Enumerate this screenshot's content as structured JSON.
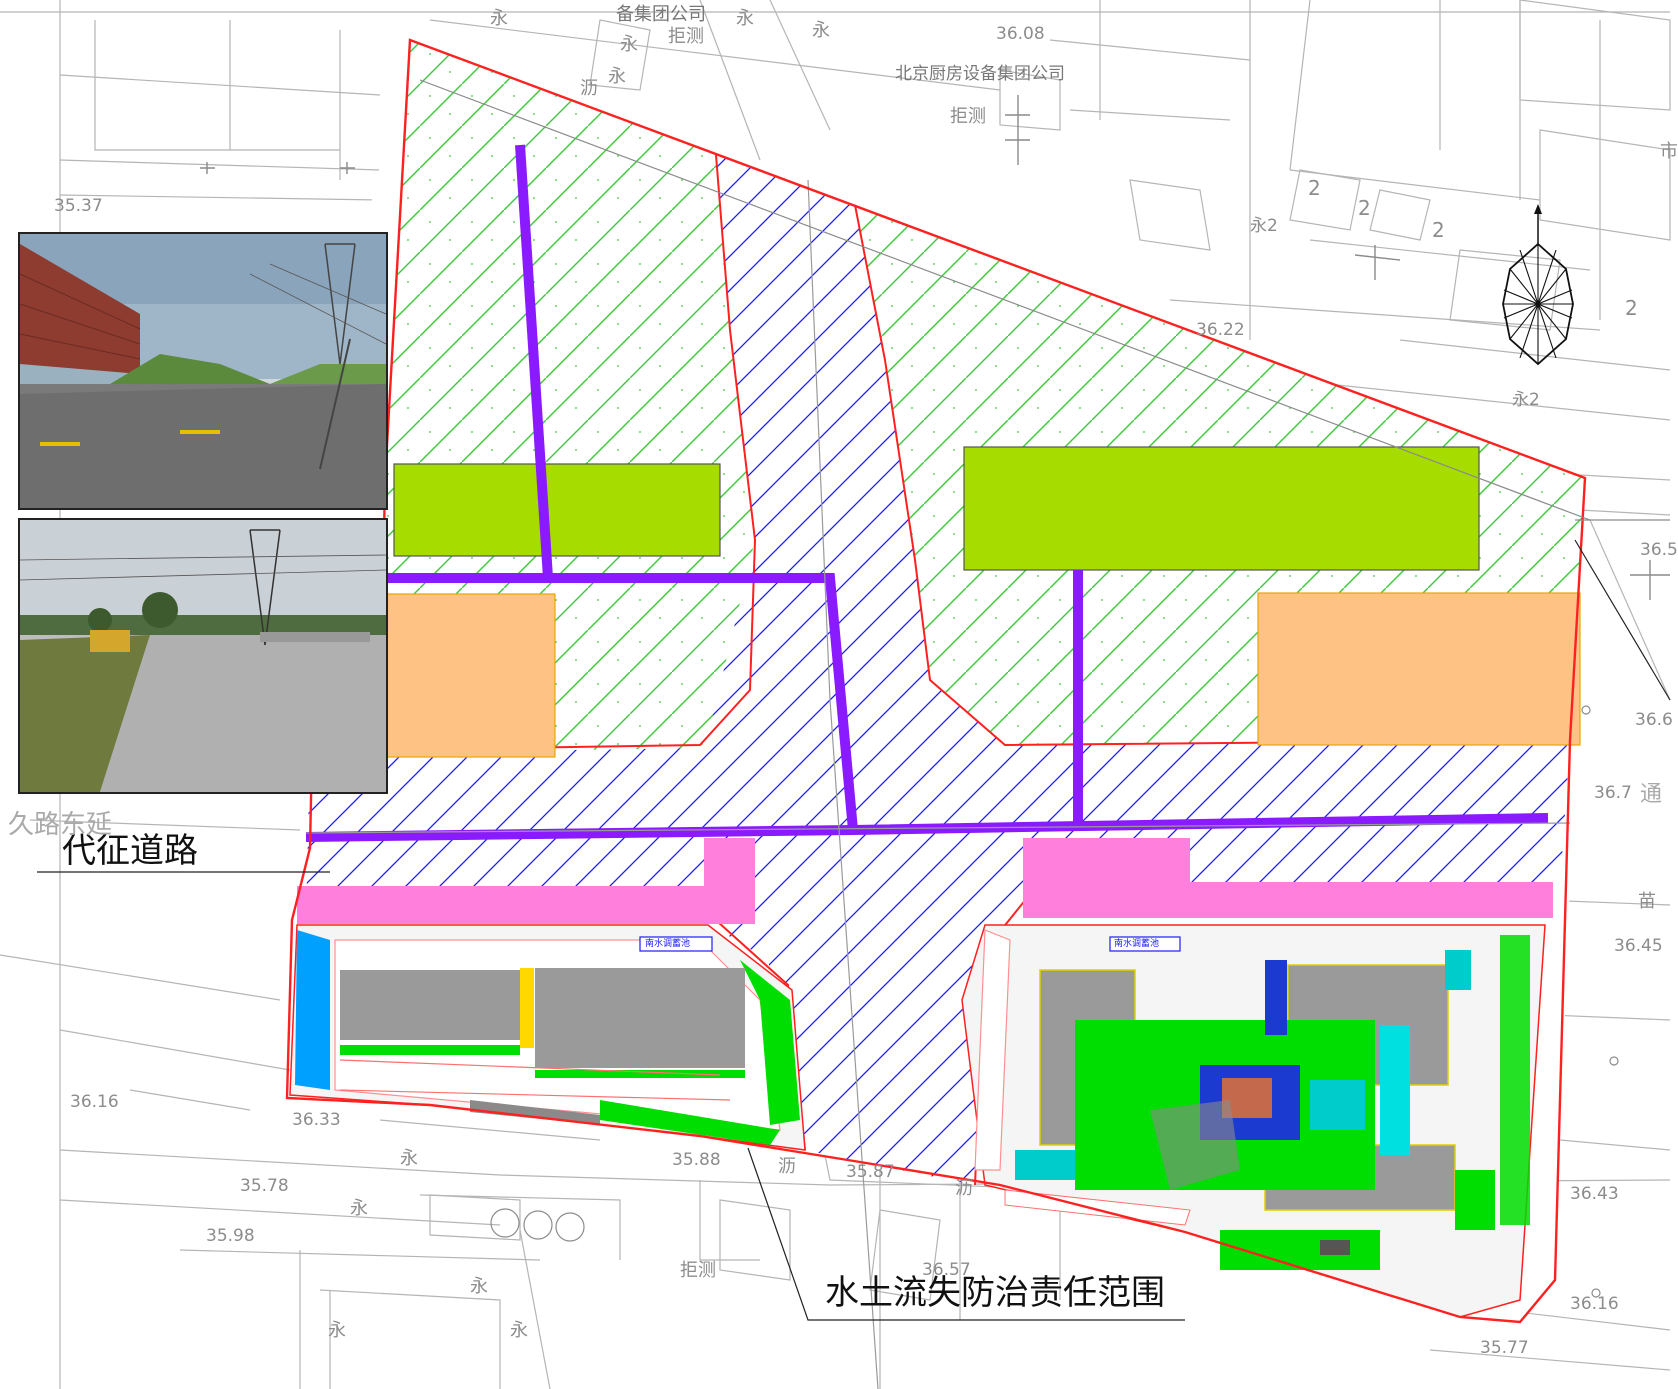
{
  "annotations": {
    "responsibility_label": "水土流失防治责任范围",
    "road_label": "代征道路",
    "road_name": "久路东延"
  },
  "photos": {
    "upper": "road-and-building-photo",
    "lower": "concrete-lot-photo"
  },
  "building_labels": {
    "company_top_left": "备集团公司",
    "company_top": "北京厨房设备集团公司",
    "reservoir_left": "南水调蓄池",
    "reservoir_right": "南水调蓄池"
  },
  "map_symbols": {
    "perm": "永",
    "perm2": "永2",
    "refused": "拒测",
    "asphalt": "沥",
    "seedling": "苗",
    "city": "市",
    "tong": "通",
    "digit2": "2"
  },
  "elevations": [
    "36.08",
    "35.37",
    "36.22",
    "36.16",
    "36.33",
    "35.78",
    "35.98",
    "35.88",
    "35.87",
    "36.57",
    "36.43",
    "36.16",
    "35.77",
    "36.45",
    "36.7",
    "36.6",
    "36.5"
  ],
  "colors": {
    "boundary": "#ff2020",
    "green_hatch": "#3cc83c",
    "blue_hatch": "#1a1aff",
    "purple_road": "#8a1aff",
    "lime_block": "#a6dc00",
    "orange_block": "#ffc285",
    "pink_block": "#ff80dc",
    "building_grey": "#9a9a9a",
    "base_line": "#b5b5b5"
  }
}
